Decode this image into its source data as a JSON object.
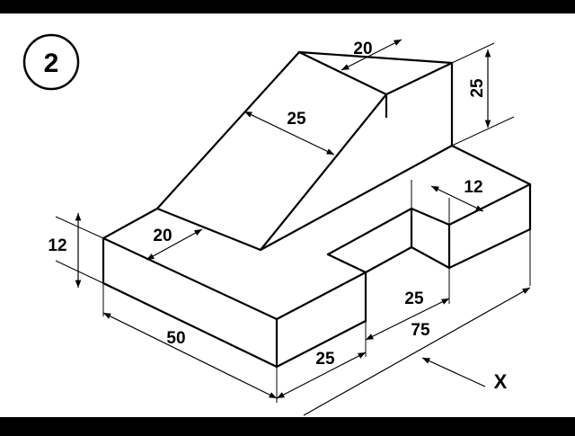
{
  "figure": {
    "number": "2",
    "view_label": "X"
  },
  "dimensions": {
    "top_width": "20",
    "right_height": "25",
    "slope_width": "25",
    "slot_depth": "12",
    "base_height": "12",
    "front_width": "20",
    "base_length": "50",
    "front_depth": "25",
    "slot_length": "25",
    "total_depth": "75"
  },
  "colors": {
    "frame": "#000000",
    "paper": "#ffffff",
    "ink": "#000000"
  }
}
